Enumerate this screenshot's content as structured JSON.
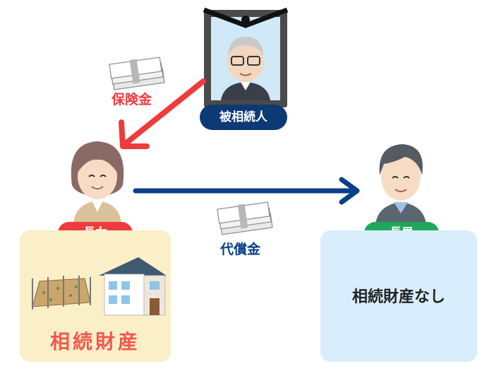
{
  "deceased_label": "被相続人",
  "insurance_label": "保険金",
  "compensation_label": "代償金",
  "daughter_label": "長女",
  "son_label": "長男",
  "daughter_estate_label": "相続財産",
  "son_estate_label": "相続財産なし",
  "colors": {
    "red": "#ee3b3b",
    "navy": "#0b3f8a",
    "green": "#1fa85a",
    "dark_pill": "#0d3a75",
    "yellow_box": "#fbefc8",
    "blue_box": "#d9eefc",
    "estate_text": "#f2584f"
  }
}
